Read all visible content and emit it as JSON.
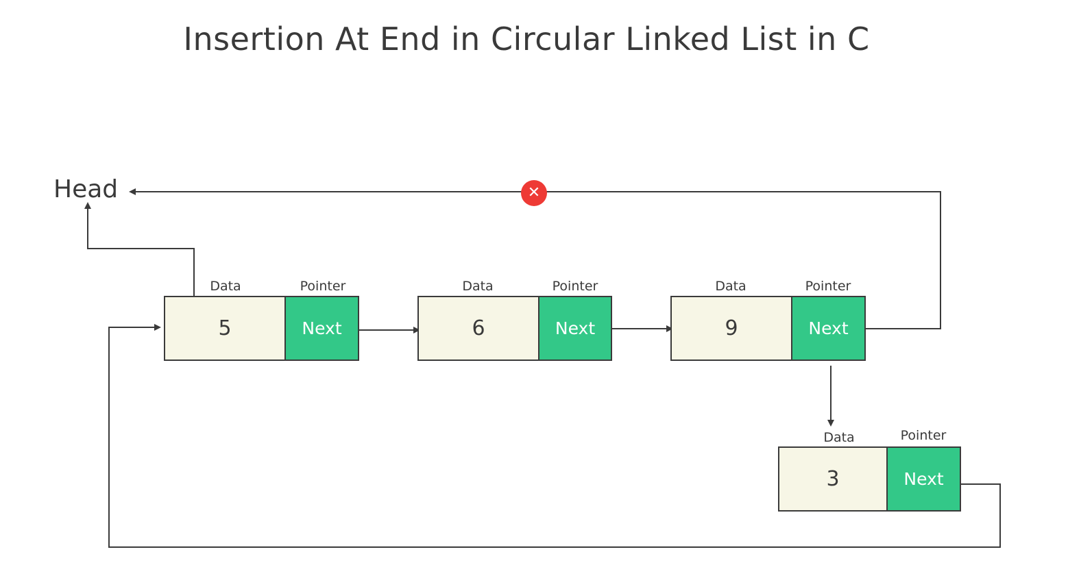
{
  "title": "Insertion At End in Circular Linked List in C",
  "head_label": "Head",
  "colors": {
    "data_fill": "#f7f6e6",
    "pointer_fill": "#33c888",
    "stroke": "#3a3a3a",
    "remove_marker": "#ee3a35"
  },
  "nodes": [
    {
      "data_label": "Data",
      "pointer_label": "Pointer",
      "value": "5",
      "next": "Next"
    },
    {
      "data_label": "Data",
      "pointer_label": "Pointer",
      "value": "6",
      "next": "Next"
    },
    {
      "data_label": "Data",
      "pointer_label": "Pointer",
      "value": "9",
      "next": "Next"
    },
    {
      "data_label": "Data",
      "pointer_label": "Pointer",
      "value": "3",
      "next": "Next"
    }
  ],
  "removed_link_icon": "close-icon"
}
